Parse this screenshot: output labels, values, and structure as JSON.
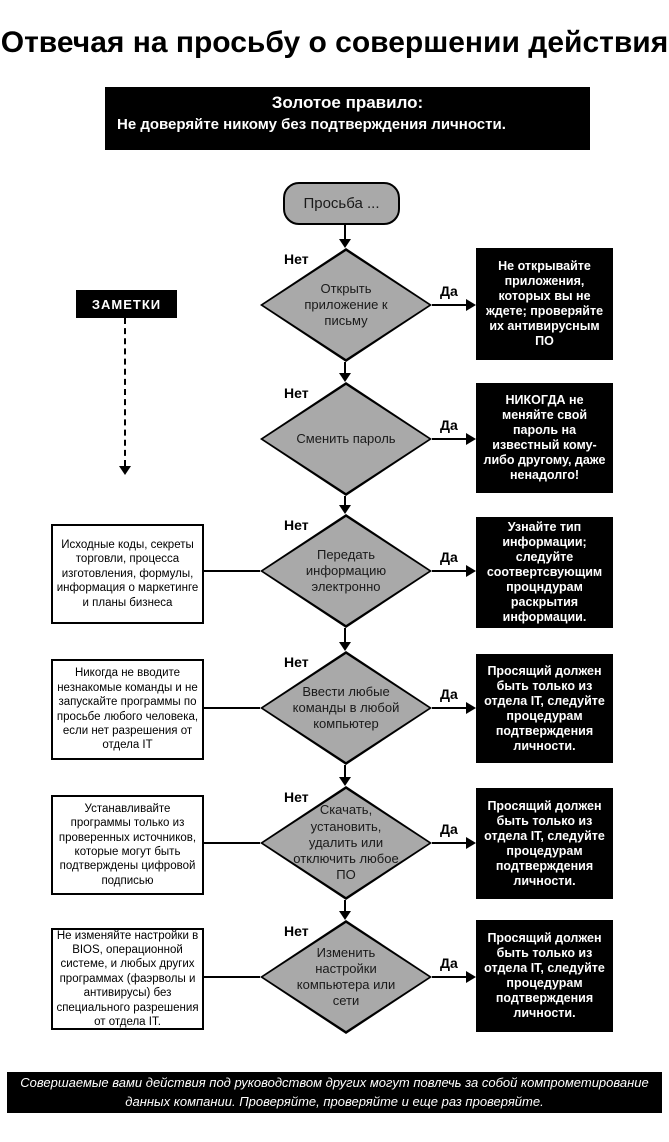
{
  "page": {
    "title": "Отвечая на просьбу о совершении действия",
    "golden_rule": {
      "heading": "Золотое правило:",
      "text": "Не доверяйте никому без подтверждения личности."
    },
    "start_label": "Просьба ...",
    "notes_label": "ЗАМЕТКИ",
    "footer": "Совершаемые вами действия под руководством других могут повлечь за собой компрометирование данных компании. Проверяйте, проверяйте и еще раз проверяйте."
  },
  "labels": {
    "no": "Нет",
    "yes": "Да"
  },
  "flow": {
    "steps": [
      {
        "question": "Открыть приложение к письму",
        "advice": "Не открывайте приложения, которых вы не ждете; проверяйте их антивирусным ПО"
      },
      {
        "question": "Сменить пароль",
        "advice": "НИКОГДА не меняйте свой пароль на известный кому-либо другому, даже ненадолго!"
      },
      {
        "question": "Передать информацию электронно",
        "advice": "Узнайте тип информации; следуйте соотвертсвующим процндурам раскрытия информации.",
        "note": "Исходные коды, секреты торговли, процесса изготовления, формулы, информация о маркетинге и планы бизнеса"
      },
      {
        "question": "Ввести любые команды в любой компьютер",
        "advice": "Просящий должен быть только из отдела IT, следуйте процедурам подтверждения личности.",
        "note": "Никогда не вводите незнакомые команды и не запускайте программы по просьбе любого человека, если нет разрешения от отдела IT"
      },
      {
        "question": "Скачать, установить, удалить или отключить любое ПО",
        "advice": "Просящий должен быть только из отдела IT, следуйте процедурам подтверждения личности.",
        "note": "Устанавливайте программы только из проверенных источников, которые могут быть подтверждены цифровой подписью"
      },
      {
        "question": "Изменить настройки компьютера или сети",
        "advice": "Просящий должен быть только из отдела IT, следуйте процедурам подтверждения личности.",
        "note": "Не изменяйте настройки в BIOS, операционной системе, и любых других программах (фаэрволы и антивирусы) без специального разрешения от отдела IT."
      }
    ]
  },
  "colors": {
    "node_fill": "#a9a9a9",
    "box_background": "#000000",
    "box_text": "#ffffff",
    "line": "#000000",
    "page_background": "#ffffff"
  }
}
